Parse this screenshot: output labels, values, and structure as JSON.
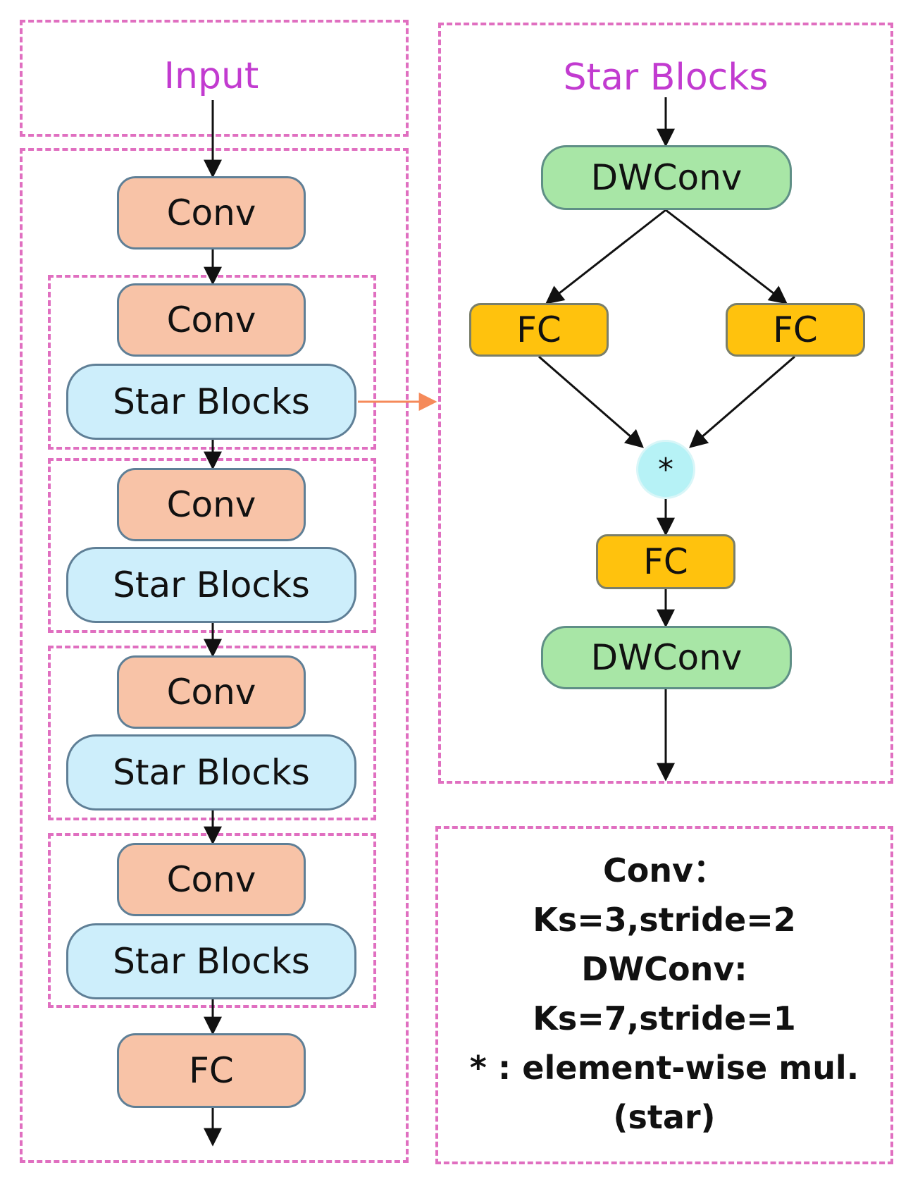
{
  "left": {
    "input_title": "Input",
    "stem_conv": "Conv",
    "stages": [
      {
        "conv": "Conv",
        "star": "Star Blocks"
      },
      {
        "conv": "Conv",
        "star": "Star Blocks"
      },
      {
        "conv": "Conv",
        "star": "Star Blocks"
      },
      {
        "conv": "Conv",
        "star": "Star Blocks"
      }
    ],
    "head_fc": "FC"
  },
  "right": {
    "title": "Star Blocks",
    "dwconv_top": "DWConv",
    "fc_left": "FC",
    "fc_right": "FC",
    "mul_symbol": "*",
    "fc_bottom": "FC",
    "dwconv_bottom": "DWConv"
  },
  "legend": {
    "line1": "Conv：",
    "line2": "Ks=3,stride=2",
    "line3": "DWConv:",
    "line4": "Ks=7,stride=1",
    "line5": "* : element-wise mul.",
    "line6": "(star)"
  },
  "colors": {
    "dash": "#e06fc0",
    "conv_fill": "#f8c3a7",
    "star_fill": "#cdeefb",
    "dwconv_fill": "#a8e6a6",
    "fc_fill": "#ffc20d",
    "mul_fill": "#b6f2f6",
    "title": "#c23bd0",
    "link_arrow": "#f58a5a"
  }
}
